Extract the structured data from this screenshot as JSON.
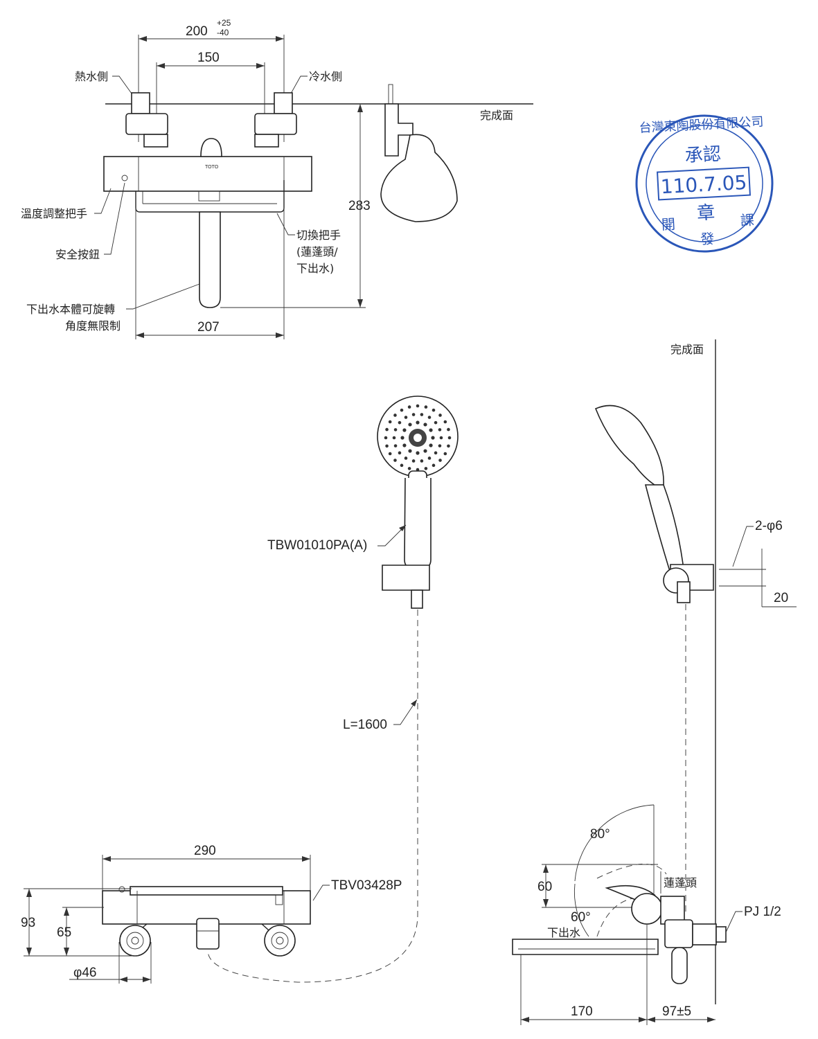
{
  "top_view": {
    "dim_spacing": "200",
    "dim_spacing_tol_plus": "+25",
    "dim_spacing_tol_minus": "-40",
    "dim_inner": "150",
    "dim_height": "283",
    "dim_width": "207",
    "label_hot_side": "熱水側",
    "label_cold_side": "冷水側",
    "label_finished_surface": "完成面",
    "label_temp_handle": "溫度調整把手",
    "label_safety_button": "安全按鈕",
    "label_switch_handle_line1": "切換把手",
    "label_switch_handle_line2": "(蓮蓬頭/",
    "label_switch_handle_line3": "下出水)",
    "label_spout_rotate_line1": "下出水本體可旋轉",
    "label_spout_rotate_line2": "角度無限制",
    "brand_mark": "TOTO"
  },
  "stamp": {
    "company": "台灣東陶股份有限公司",
    "approval": "承認",
    "date": "110.7.05",
    "seal": "章",
    "left_word": "開",
    "bottom_word": "發",
    "right_word": "課"
  },
  "shower_view": {
    "label_finished_surface": "完成面",
    "handshower_model": "TBW01010PA(A)",
    "hose_length": "L=1600",
    "screw_spec": "2-φ6",
    "dim_screw_spacing": "20"
  },
  "front_view": {
    "dim_length": "290",
    "model": "TBV03428P",
    "dim_height_total": "93",
    "dim_height_inlet": "65",
    "dim_diameter": "φ46"
  },
  "side_view": {
    "angle_up": "80°",
    "angle_down": "60°",
    "dim_lever": "60",
    "label_shower": "蓮蓬頭",
    "label_spout": "下出水",
    "pipe_spec": "PJ 1/2",
    "dim_spout": "170",
    "dim_projection": "97±5"
  }
}
